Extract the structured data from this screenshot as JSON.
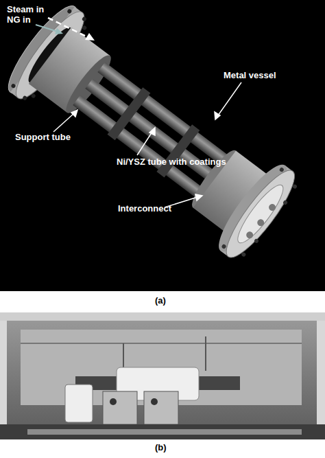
{
  "diagram": {
    "labels": [
      "Steam in",
      "NG in",
      "Metal vessel",
      "Support tube",
      "Ni/YSZ tube with coatings",
      "Interconnect",
      "(a)",
      "(b)"
    ]
  }
}
